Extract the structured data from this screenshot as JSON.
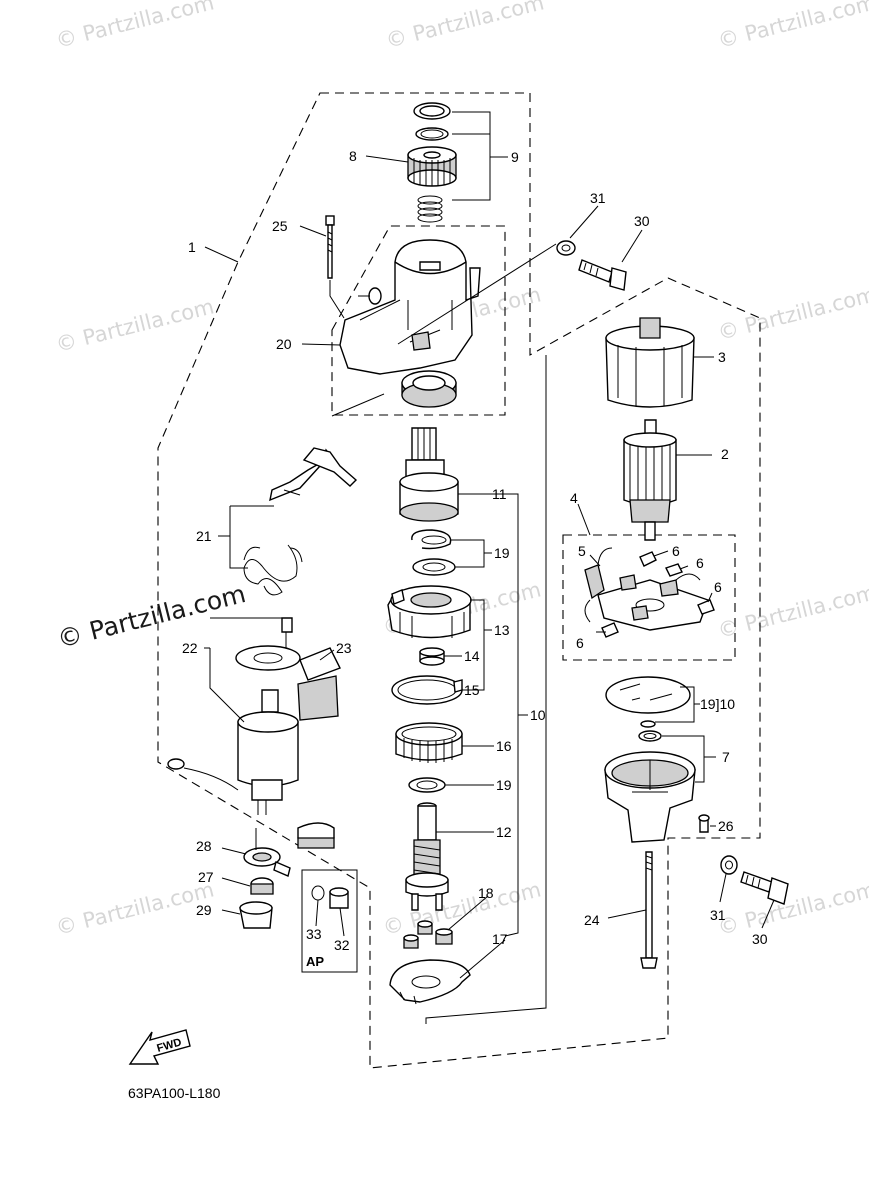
{
  "diagram": {
    "code": "63PA100-L180",
    "watermark": "© Partzilla.com",
    "watermark_prominent": "© Partzilla.com",
    "ap_label": "AP",
    "fwd_label": "FWD",
    "callouts": [
      {
        "id": "c1",
        "text": "1"
      },
      {
        "id": "c2",
        "text": "2"
      },
      {
        "id": "c3",
        "text": "3"
      },
      {
        "id": "c4",
        "text": "4"
      },
      {
        "id": "c5",
        "text": "5"
      },
      {
        "id": "c6a",
        "text": "6"
      },
      {
        "id": "c6b",
        "text": "6"
      },
      {
        "id": "c6c",
        "text": "6"
      },
      {
        "id": "c6d",
        "text": "6"
      },
      {
        "id": "c6e",
        "text": "6"
      },
      {
        "id": "c7",
        "text": "7"
      },
      {
        "id": "c8",
        "text": "8"
      },
      {
        "id": "c9",
        "text": "9"
      },
      {
        "id": "c10a",
        "text": "10"
      },
      {
        "id": "c19b",
        "text": "19]10"
      },
      {
        "id": "c11",
        "text": "11"
      },
      {
        "id": "c12",
        "text": "12"
      },
      {
        "id": "c13",
        "text": "13"
      },
      {
        "id": "c14",
        "text": "14"
      },
      {
        "id": "c15",
        "text": "15"
      },
      {
        "id": "c16",
        "text": "16"
      },
      {
        "id": "c17",
        "text": "17"
      },
      {
        "id": "c18",
        "text": "18"
      },
      {
        "id": "c19a",
        "text": "19"
      },
      {
        "id": "c19c",
        "text": "19"
      },
      {
        "id": "c20",
        "text": "20"
      },
      {
        "id": "c21",
        "text": "21"
      },
      {
        "id": "c22",
        "text": "22"
      },
      {
        "id": "c23",
        "text": "23"
      },
      {
        "id": "c24",
        "text": "24"
      },
      {
        "id": "c25",
        "text": "25"
      },
      {
        "id": "c26",
        "text": "26"
      },
      {
        "id": "c27",
        "text": "27"
      },
      {
        "id": "c28",
        "text": "28"
      },
      {
        "id": "c29",
        "text": "29"
      },
      {
        "id": "c30a",
        "text": "30"
      },
      {
        "id": "c30b",
        "text": "30"
      },
      {
        "id": "c31a",
        "text": "31"
      },
      {
        "id": "c31b",
        "text": "31"
      },
      {
        "id": "c32",
        "text": "32"
      },
      {
        "id": "c33",
        "text": "33"
      }
    ]
  }
}
